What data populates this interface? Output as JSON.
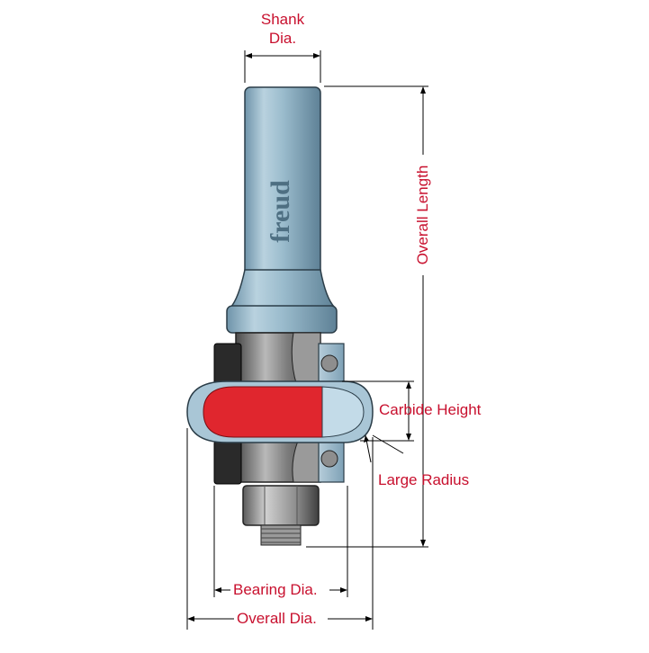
{
  "labels": {
    "shank_dia_line1": "Shank",
    "shank_dia_line2": "Dia.",
    "overall_length": "Overall Length",
    "carbide_height": "Carbide Height",
    "large_radius": "Large Radius",
    "bearing_dia": "Bearing Dia.",
    "overall_dia": "Overall Dia."
  },
  "brand": {
    "logo_text": "freud"
  },
  "colors": {
    "label_red": "#c8102e",
    "carbide_red": "#e0262e",
    "steel_blue": "#8fb2c6",
    "bearing_dark": "#2a2a2a"
  }
}
